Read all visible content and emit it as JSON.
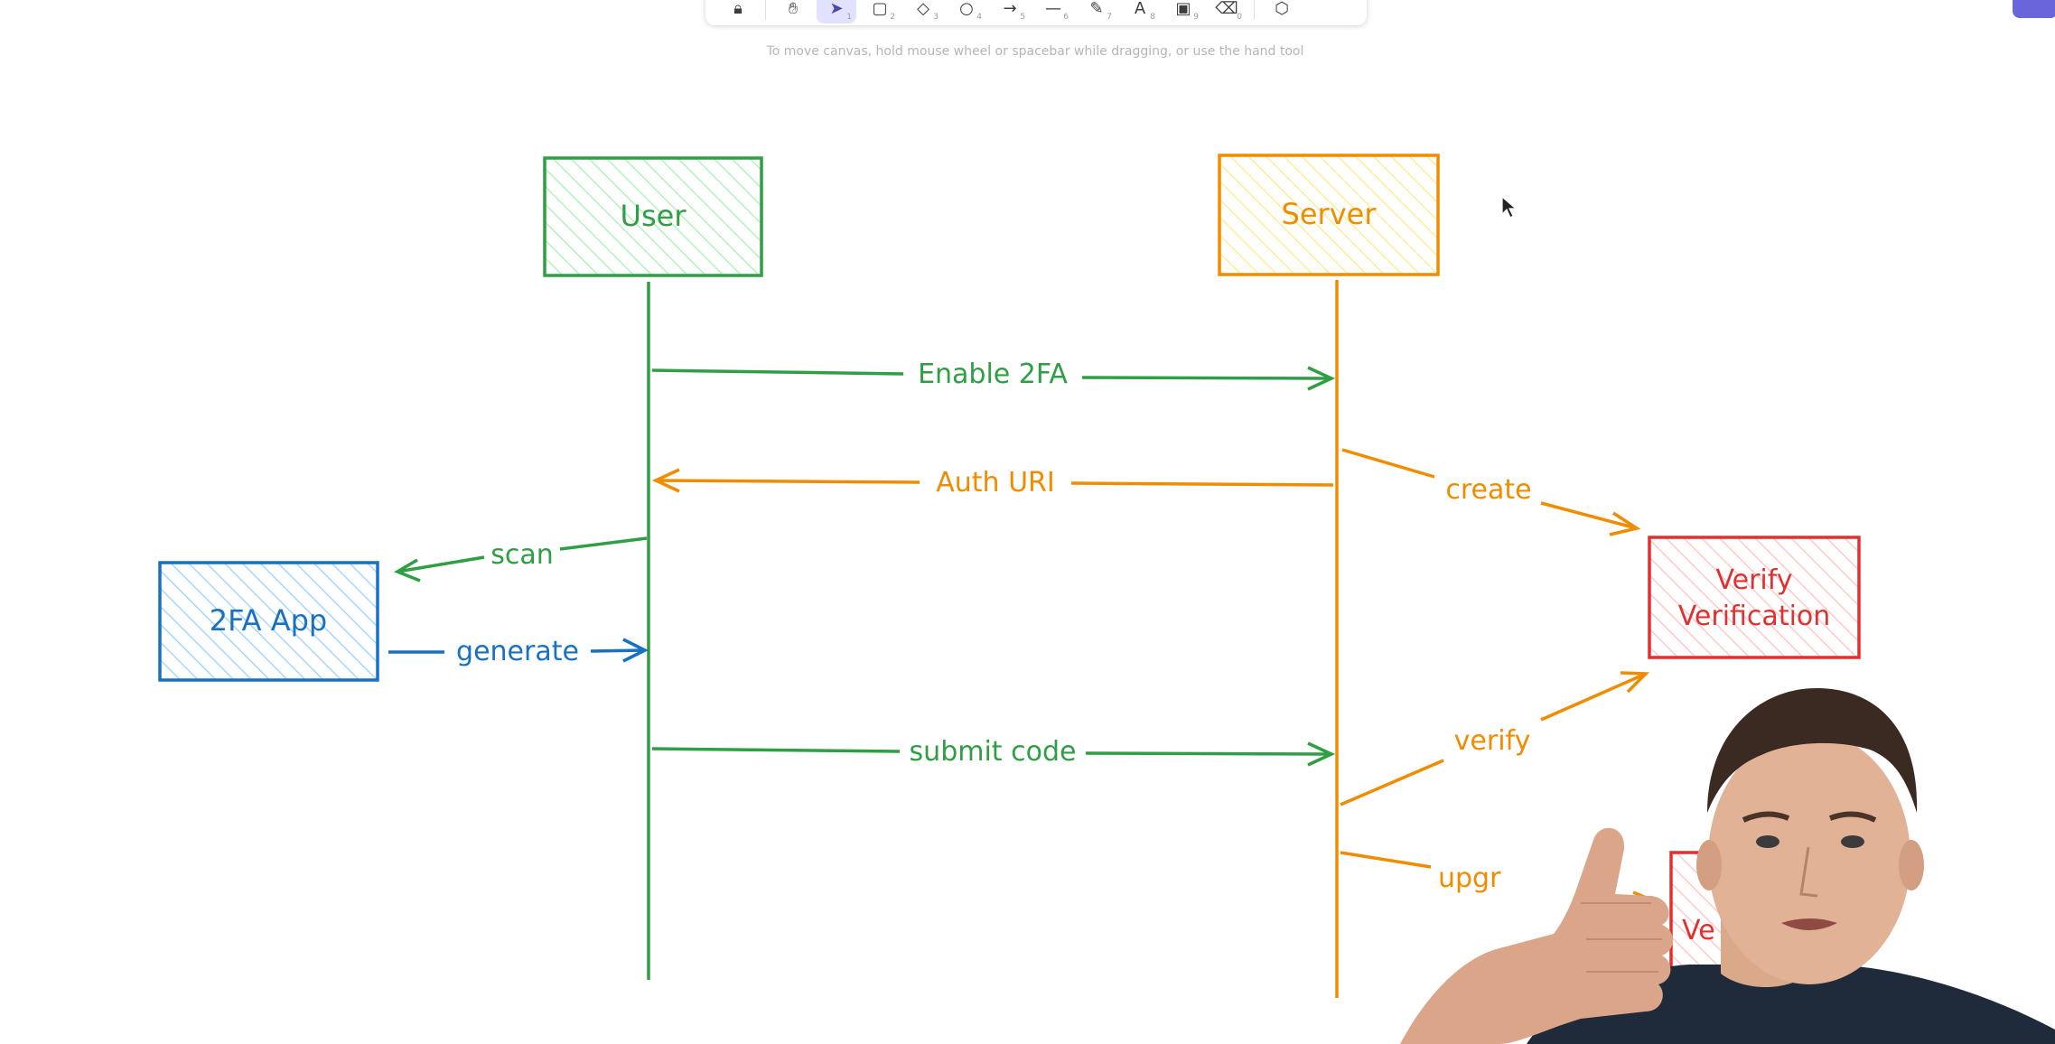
{
  "toolbar": {
    "tools": [
      {
        "name": "lock",
        "icon": "lock-icon",
        "num": ""
      },
      {
        "name": "hand",
        "icon": "hand-icon",
        "num": ""
      },
      {
        "name": "selection",
        "icon": "pointer-icon",
        "num": "1",
        "active": true
      },
      {
        "name": "rectangle",
        "icon": "rectangle-icon",
        "num": "2"
      },
      {
        "name": "diamond",
        "icon": "diamond-icon",
        "num": "3"
      },
      {
        "name": "ellipse",
        "icon": "ellipse-icon",
        "num": "4"
      },
      {
        "name": "arrow",
        "icon": "arrow-icon",
        "num": "5"
      },
      {
        "name": "line",
        "icon": "line-icon",
        "num": "6"
      },
      {
        "name": "draw",
        "icon": "pencil-icon",
        "num": "7"
      },
      {
        "name": "text",
        "icon": "text-icon",
        "num": "8"
      },
      {
        "name": "image",
        "icon": "image-icon",
        "num": "9"
      },
      {
        "name": "eraser",
        "icon": "eraser-icon",
        "num": "0"
      },
      {
        "name": "library",
        "icon": "shapes-icon",
        "num": ""
      }
    ]
  },
  "hint": "To move canvas, hold mouse wheel or spacebar while dragging, or use the hand tool",
  "diagram": {
    "user": "User",
    "server": "Server",
    "app": "2FA App",
    "verify_box_line1": "Verify",
    "verify_box_line2": "Verification",
    "partial_box": "Ve",
    "msg_enable": "Enable 2FA",
    "msg_auth": "Auth URI",
    "msg_scan": "scan",
    "msg_generate": "generate",
    "msg_submit": "submit code",
    "msg_create": "create",
    "msg_verify": "verify",
    "msg_upgrade": "upgr"
  },
  "colors": {
    "green": "#2f9e44",
    "orange": "#f08c00",
    "blue": "#1971c2",
    "red": "#e03131",
    "accent": "#6965db"
  }
}
